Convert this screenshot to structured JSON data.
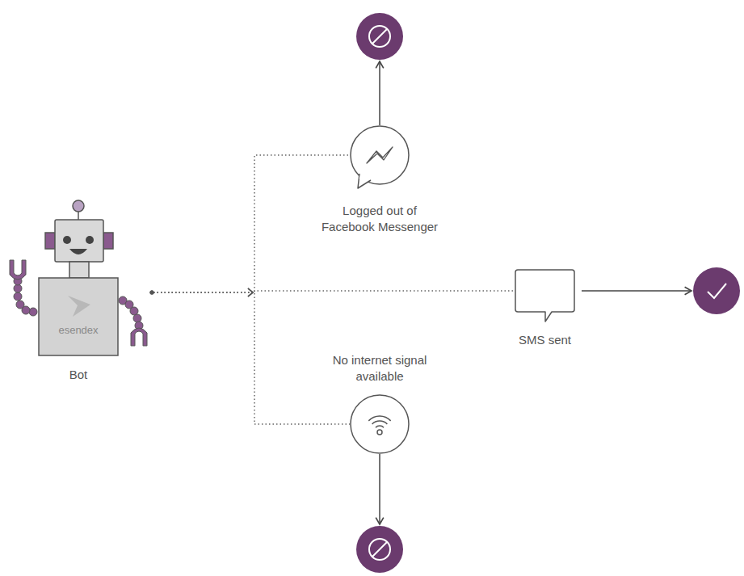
{
  "diagram": {
    "nodes": [
      {
        "text": [
          "esendex",
          "Bot"
        ]
      },
      {
        "text": [
          "Logged out of Facebook Messenger"
        ]
      },
      {
        "text": []
      },
      {
        "text": [
          "SMS sent"
        ]
      },
      {
        "text": []
      },
      {
        "text": [
          "No internet signal available"
        ]
      },
      {
        "text": []
      }
    ],
    "edges": [
      {
        "from": 0,
        "to": 1,
        "arrow": "to"
      },
      {
        "from": 0,
        "to": 3,
        "arrow": "to"
      },
      {
        "from": 0,
        "to": 5,
        "arrow": "to"
      },
      {
        "from": 1,
        "to": 2,
        "arrow": "to"
      },
      {
        "from": 3,
        "to": 4,
        "arrow": "to"
      },
      {
        "from": 5,
        "to": 6,
        "arrow": "to"
      }
    ]
  }
}
